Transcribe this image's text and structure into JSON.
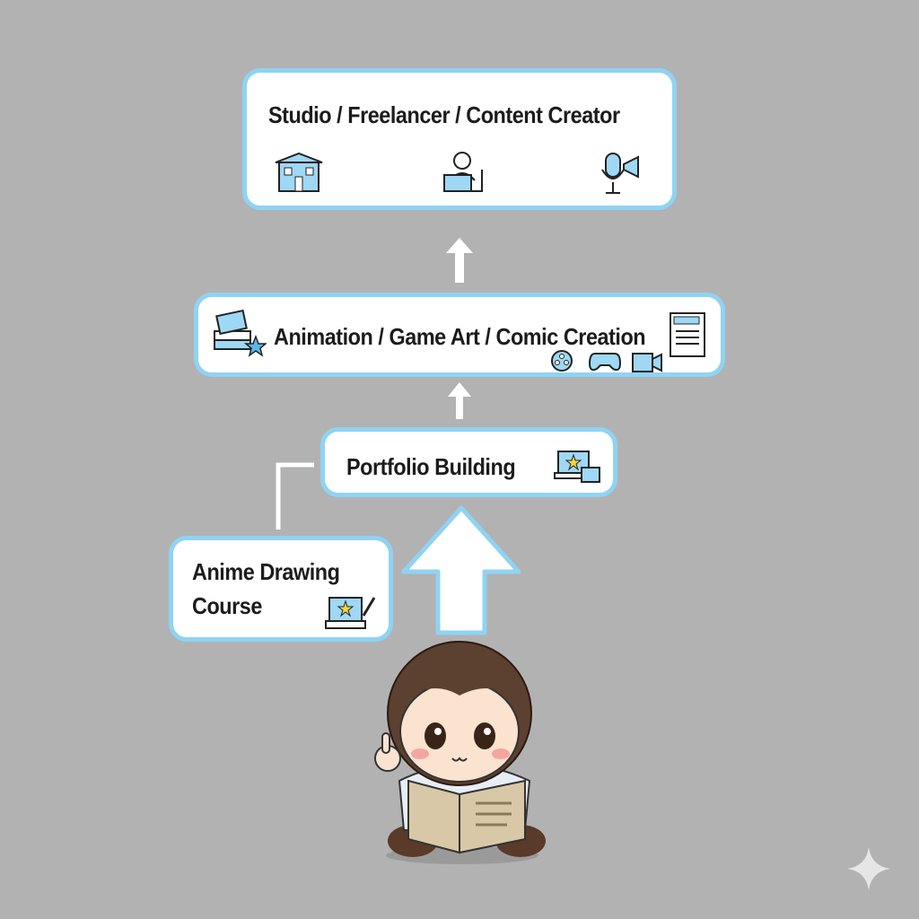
{
  "nodes": {
    "top": {
      "label": "Studio / Freelancer / Content Creator"
    },
    "middle": {
      "label": "Animation / Game Art / Comic Creation"
    },
    "portfolio": {
      "label": "Portfolio Building"
    },
    "course": {
      "line1": "Anime Drawing",
      "line2": "Course"
    }
  },
  "colors": {
    "border": "#8fd3f4",
    "background": "#b2b2b2",
    "icon_fill": "#9ed8f5"
  }
}
